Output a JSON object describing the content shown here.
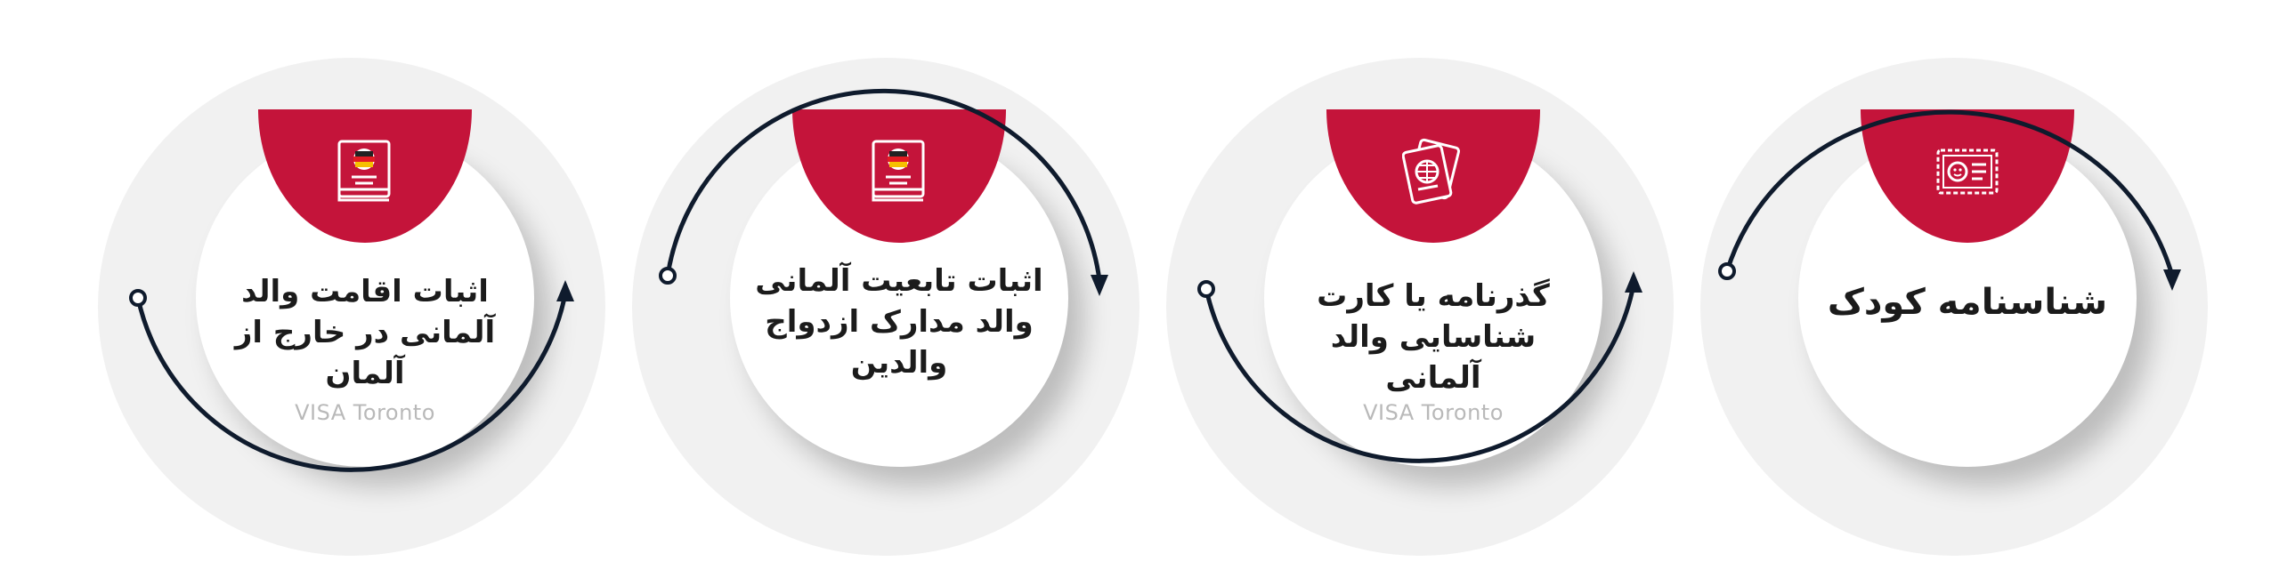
{
  "steps": [
    {
      "text": "اثبات اقامت والد آلمانی در خارج از آلمان",
      "brand": "VISA Toronto",
      "icon": "passport-book-icon"
    },
    {
      "text": "اثبات تابعیت آلمانی والد مدارک ازدواج والدین",
      "brand": "",
      "icon": "passport-book-icon"
    },
    {
      "text": "گذرنامه یا کارت شناسایی والد آلمانی",
      "brand": "VISA Toronto",
      "icon": "passport-globe-icon"
    },
    {
      "text": "شناسنامه کودک",
      "brand": "",
      "icon": "baby-certificate-icon"
    }
  ],
  "colors": {
    "accent": "#c4143a",
    "arrow": "#0f1b2d",
    "halo": "#f1f1f1"
  }
}
